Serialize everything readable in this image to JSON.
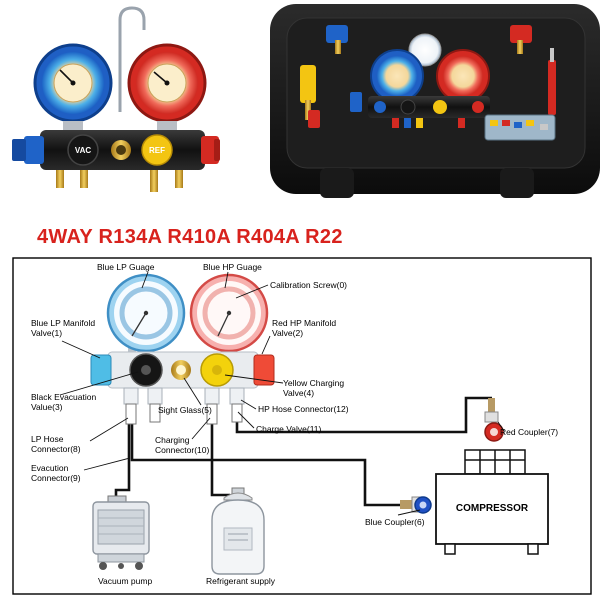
{
  "title": "4WAY R134A R410A R404A R22",
  "labels": {
    "blue_lp_gauge": "Blue LP Guage",
    "blue_hp_gauge": "Blue HP Guage",
    "calibration_screw": "Calibration Screw(0)",
    "blue_lp_manifold_valve": "Blue LP Manifold\nValve(1)",
    "red_hp_manifold_valve": "Red HP Manifold\nValve(2)",
    "black_evacuation_valve": "Black Evacuation\nValue(3)",
    "yellow_charging_valve": "Yellow Charging\nValve(4)",
    "sight_glass": "Sight Glass(5)",
    "hp_hose_connector": "HP Hose Connector(12)",
    "charge_valve": "Charge Valve(11)",
    "lp_hose_connector": "LP Hose\nConnector(8)",
    "charging_connector": "Charging\nConnector(10)",
    "evacuation_connector": "Evacution\nConnector(9)",
    "red_coupler": "Red Coupler(7)",
    "blue_coupler": "Blue Coupler(6)",
    "compressor": "COMPRESSOR",
    "vacuum_pump": "Vacuum pump",
    "refrigerant_supply": "Refrigerant supply"
  },
  "photo_badges": {
    "vac": "VAC",
    "ref": "REF"
  },
  "colors": {
    "title": "#d8221d",
    "blue": "#1f63c8",
    "red": "#d42a22",
    "yellow": "#f3c512",
    "case": "#161616"
  }
}
